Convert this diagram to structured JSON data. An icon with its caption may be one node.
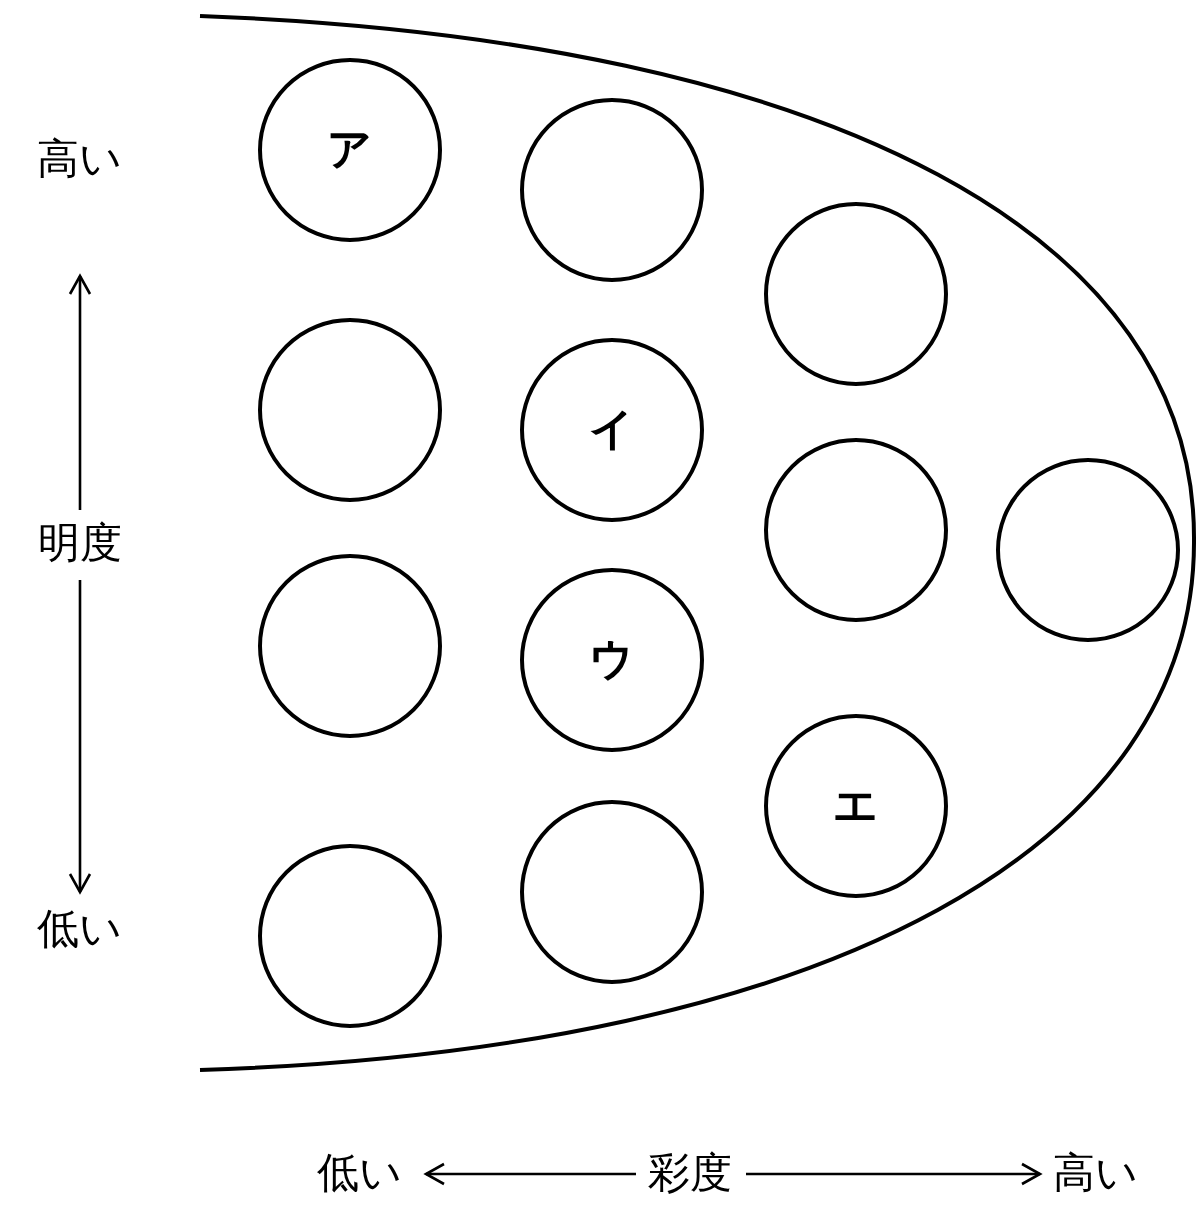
{
  "diagram": {
    "nodes": [
      {
        "text": [
          "ア"
        ]
      },
      {
        "text": [],
        "shape": "circle"
      },
      {
        "text": [],
        "shape": "circle"
      },
      {
        "text": [],
        "shape": "circle"
      },
      {
        "text": [],
        "shape": "circle"
      },
      {
        "text": [
          "イ"
        ]
      },
      {
        "text": [
          "ウ"
        ]
      },
      {
        "text": [],
        "shape": "circle"
      },
      {
        "text": [],
        "shape": "circle"
      },
      {
        "text": [],
        "shape": "circle"
      },
      {
        "text": [
          "エ"
        ]
      },
      {
        "text": [],
        "shape": "circle"
      }
    ],
    "labels": [
      "高い",
      "明度",
      "低い",
      "低い",
      "彩度",
      "高い"
    ]
  }
}
